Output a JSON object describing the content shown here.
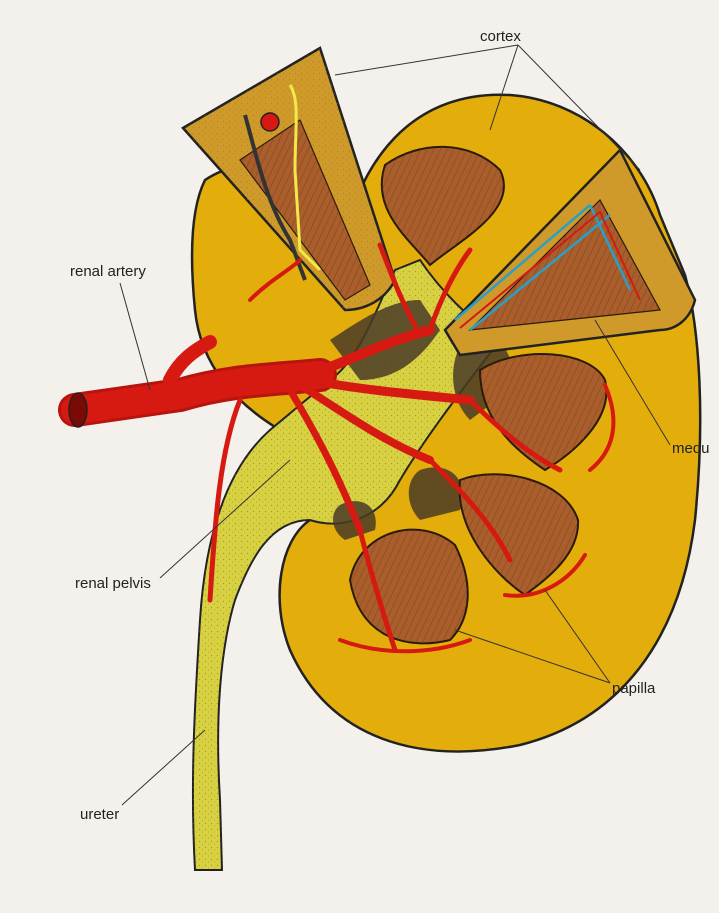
{
  "diagram": {
    "labels": {
      "cortex": "cortex",
      "renal_artery": "renal artery",
      "medulla": "medu",
      "renal_pelvis": "renal pelvis",
      "papilla": "papilla",
      "ureter": "ureter"
    },
    "colors": {
      "background": "#f4f1ec",
      "cortex": "#e3ad0c",
      "pelvis": "#d8d243",
      "artery": "#d61a12",
      "pyramid": "#a95e2c",
      "vein": "#2aa0c8",
      "dark_fill": "#4a3b26"
    }
  }
}
